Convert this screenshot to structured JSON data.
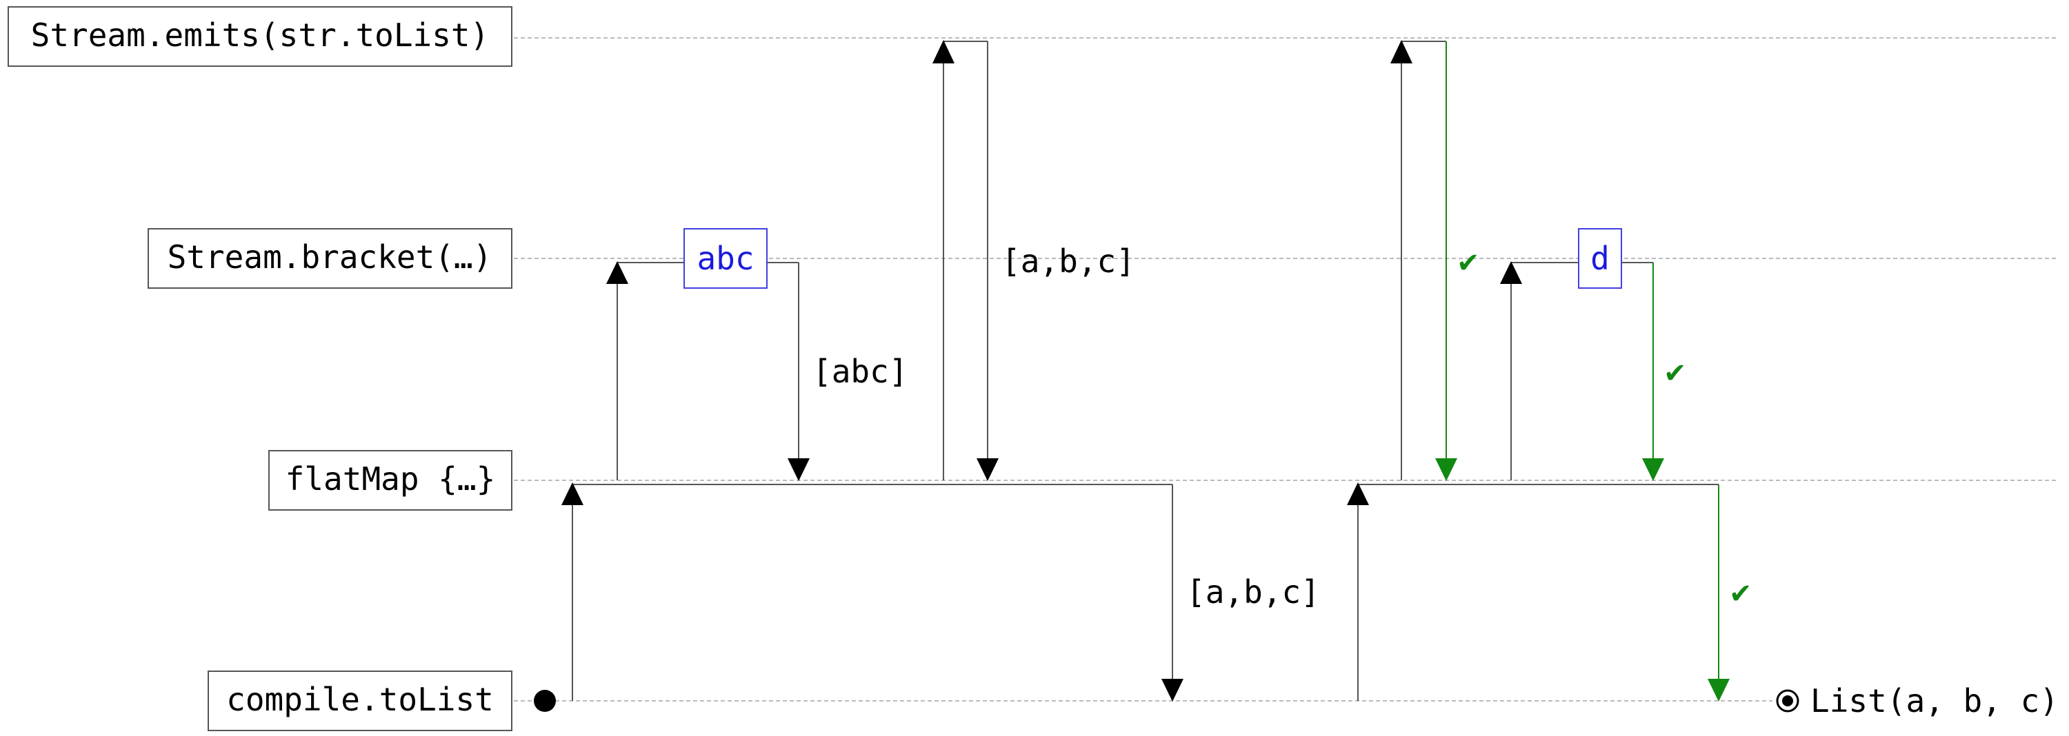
{
  "lanes": [
    {
      "label": "Stream.emits(str.toList)"
    },
    {
      "label": "Stream.bracket(…)"
    },
    {
      "label": "flatMap {…}"
    },
    {
      "label": "compile.toList"
    }
  ],
  "values": {
    "abc_box": "abc",
    "d_box": "d",
    "abc_list": "[abc]",
    "abc_chars_upper": "[a,b,c]",
    "abc_chars_lower": "[a,b,c]"
  },
  "checks": {
    "check1": "✔",
    "check2": "✔",
    "check3": "✔"
  },
  "result": {
    "label": "List(a, b, c)"
  },
  "colors": {
    "line": "#555555",
    "arrow": "#000000",
    "ok": "#118811",
    "value": "#1a1adc",
    "grid": "#bbbbbb"
  }
}
